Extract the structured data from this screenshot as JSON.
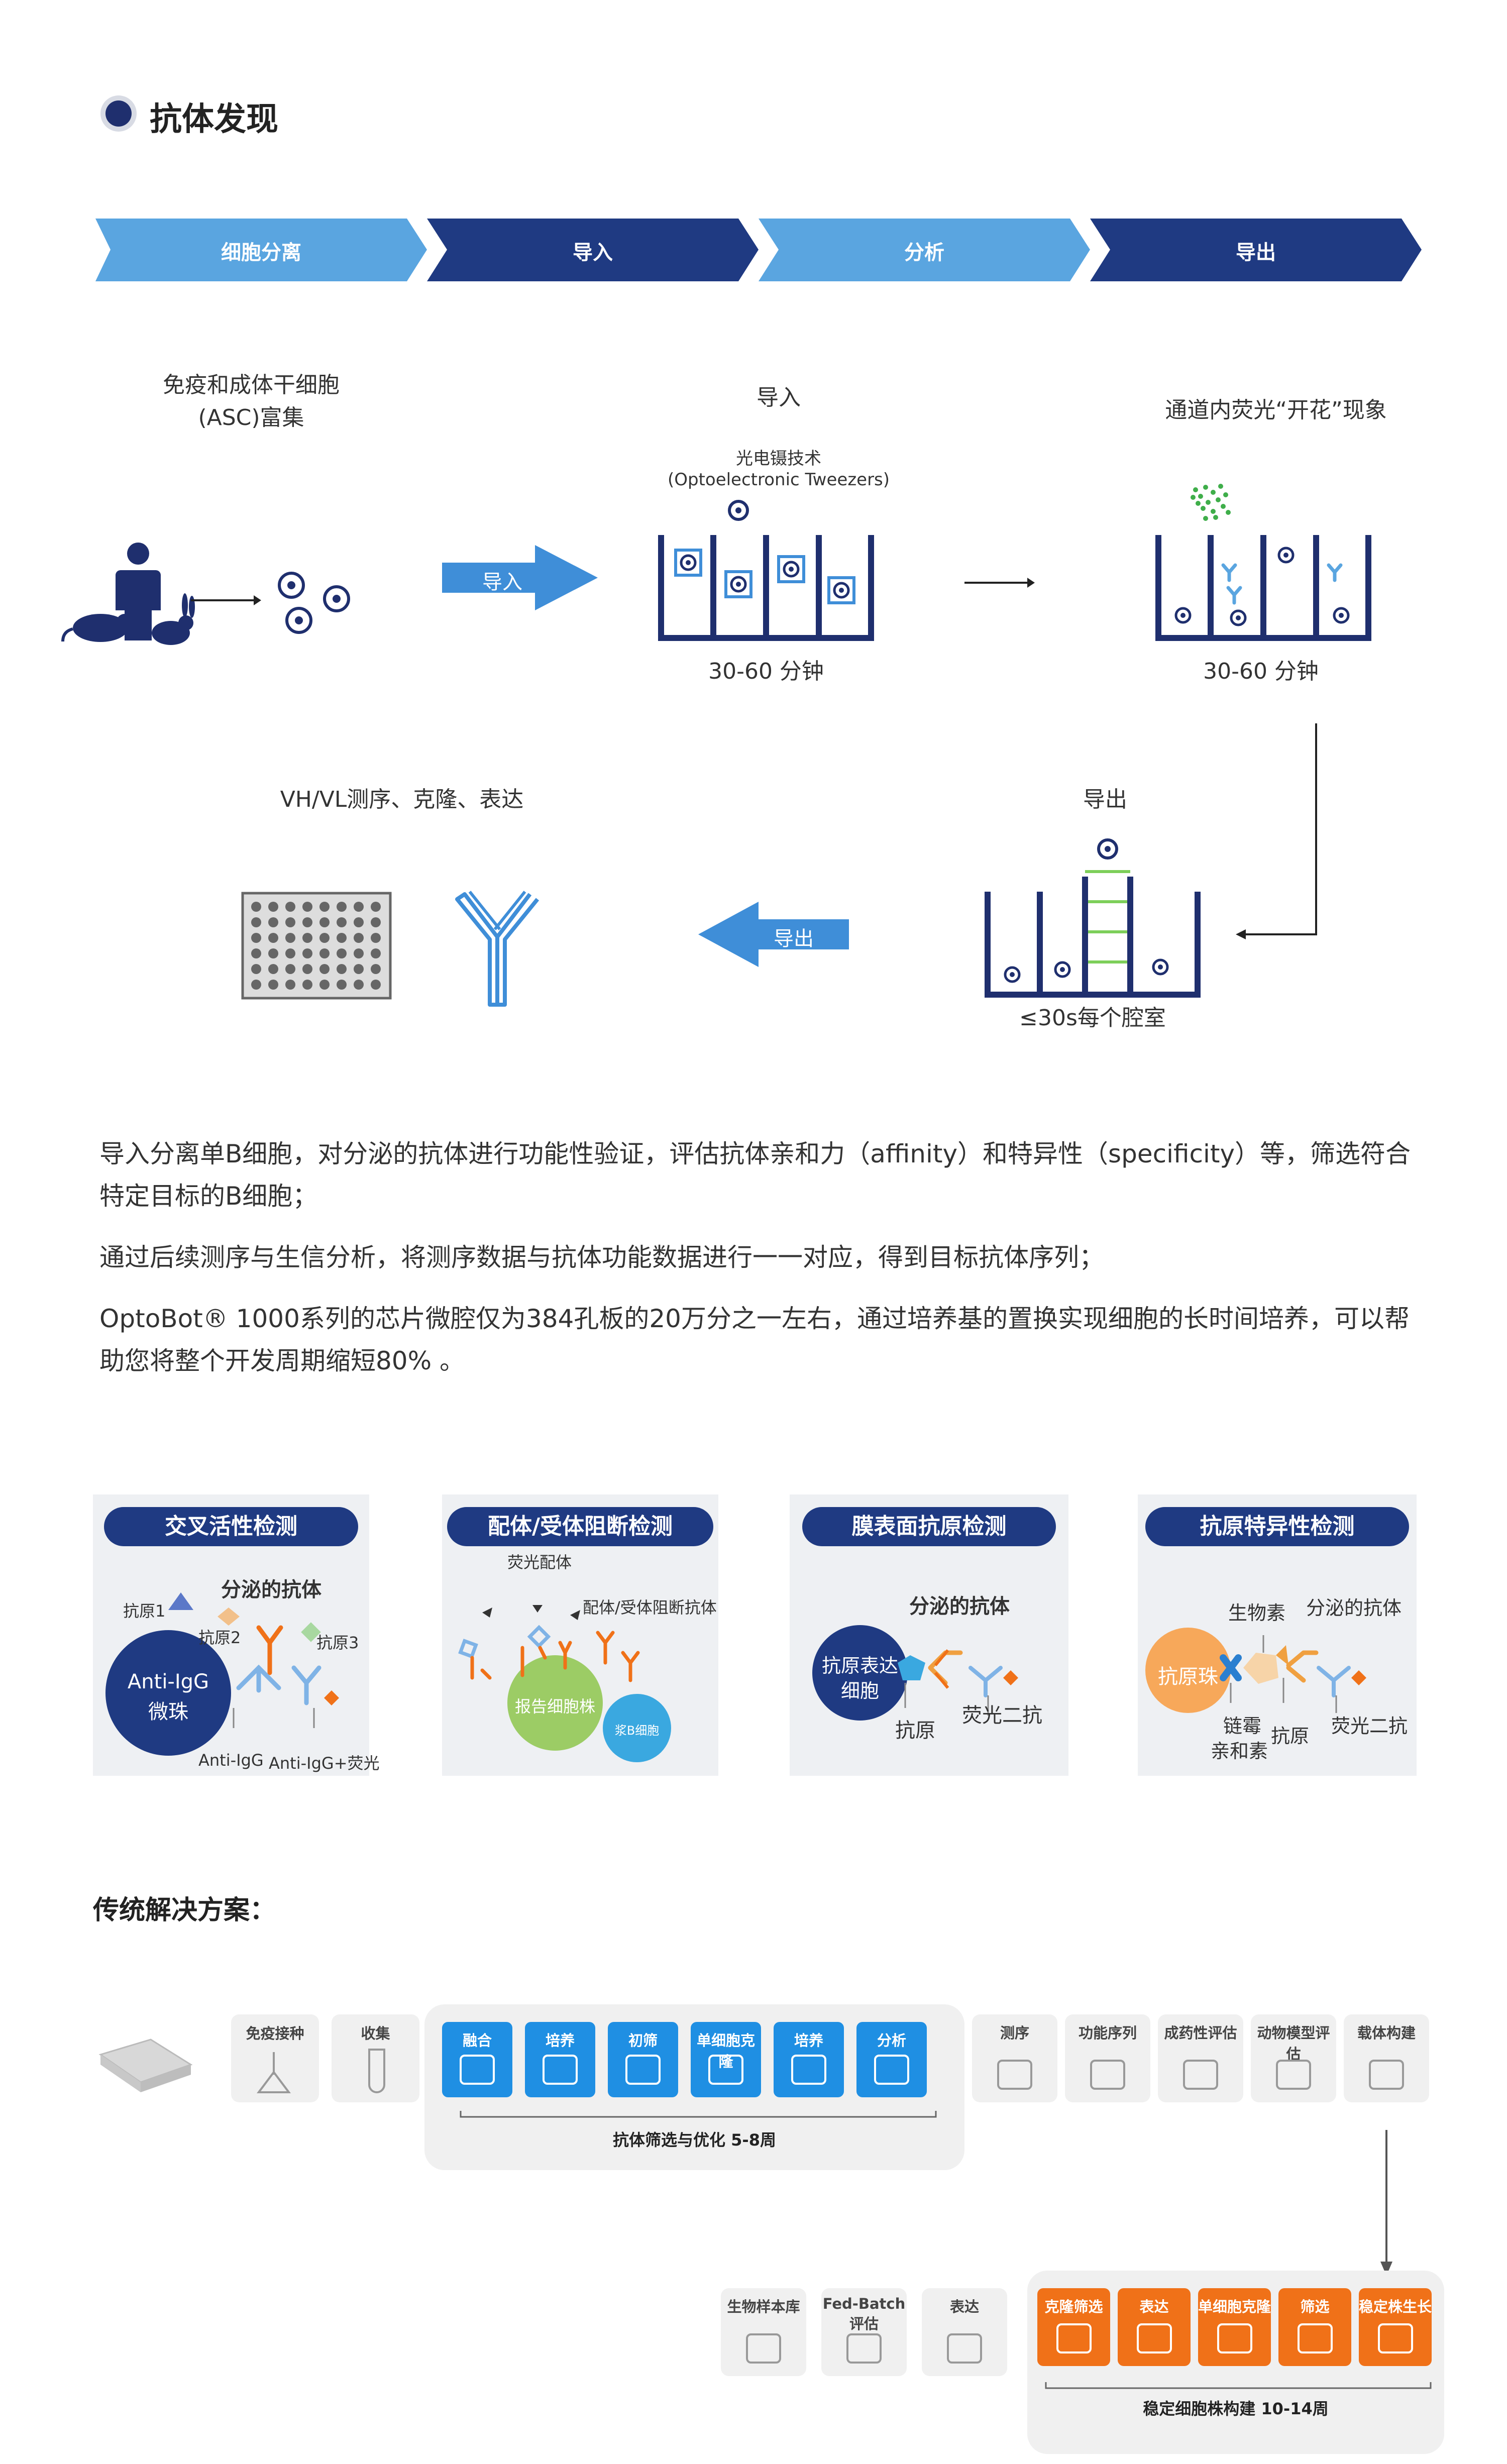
{
  "title": "抗体发现",
  "steps": [
    "细胞分离",
    "导入",
    "分析",
    "导出"
  ],
  "workflow": {
    "col1_label_line1": "免疫和成体干细胞",
    "col1_label_line2": "(ASC)富集",
    "col2_label": "导入",
    "col2_sub1": "光电镊技术",
    "col2_sub2": "(Optoelectronic Tweezers)",
    "col3_label": "通道内荧光“开花”现象",
    "import_arrow": "导入",
    "time_a": "30-60 分钟",
    "time_b": "30-60 分钟",
    "seq_label": "VH/VL测序、克隆、表达",
    "export_label": "导出",
    "export_arrow": "导出",
    "time_c": "≤30s每个腔室"
  },
  "paragraphs": [
    "导入分离单B细胞，对分泌的抗体进行功能性验证，评估抗体亲和力（affinity）和特异性（specificity）等，筛选符合特定目标的B细胞；",
    "通过后续测序与生信分析，将测序数据与抗体功能数据进行一一对应，得到目标抗体序列；",
    "OptoBot® 1000系列的芯片微腔仅为384孔板的20万分之一左右，通过培养基的置换实现细胞的长时间培养，可以帮助您将整个开发周期缩短80% 。"
  ],
  "assays": [
    {
      "title": "交叉活性检测",
      "labels": {
        "secreted": "分泌的抗体",
        "ag1": "抗原1",
        "ag2": "抗原2",
        "ag3": "抗原3",
        "bead_l1": "Anti-IgG",
        "bead_l2": "微珠",
        "anti_igg": "Anti-IgG",
        "anti_igg_fl": "Anti-IgG+荧光"
      }
    },
    {
      "title": "配体/受体阻断检测",
      "labels": {
        "fl_ligand": "荧光配体",
        "blocking_ab": "配体/受体阻断抗体",
        "reporter": "报告细胞株",
        "plasma": "浆B细胞"
      }
    },
    {
      "title": "膜表面抗原检测",
      "labels": {
        "secreted": "分泌的抗体",
        "cell_l1": "抗原表达",
        "cell_l2": "细胞",
        "antigen": "抗原",
        "fl_second": "荧光二抗"
      }
    },
    {
      "title": "抗原特异性检测",
      "labels": {
        "biotin": "生物素",
        "secreted": "分泌的抗体",
        "bead": "抗原珠",
        "strep_l1": "链霉",
        "strep_l2": "亲和素",
        "antigen": "抗原",
        "fl_second": "荧光二抗"
      }
    }
  ],
  "traditional": {
    "title": "传统解决方案：",
    "row1_gray_left": [
      "免疫接种",
      "收集"
    ],
    "row1_blue": [
      "融合",
      "培养",
      "初筛",
      "单细胞克隆",
      "培养",
      "分析"
    ],
    "row1_blue_caption": "抗体筛选与优化 5-8周",
    "row1_gray_right": [
      "测序",
      "功能序列",
      "成药性评估",
      "动物模型评估",
      "载体构建"
    ],
    "row2_gray": [
      "生物样本库",
      "Fed-Batch评估",
      "表达"
    ],
    "row2_orange": [
      "克隆筛选",
      "表达",
      "单细胞克隆",
      "筛选",
      "稳定株生长"
    ],
    "row2_orange_caption": "稳定细胞株构建  10-14周"
  },
  "colors": {
    "navy": "#1f3a82",
    "light_blue": "#5aa5e0",
    "chevron_dark": "#1f3a82",
    "blue_btn": "#1f8fe3",
    "orange": "#f07118",
    "green": "#9ccc65"
  }
}
